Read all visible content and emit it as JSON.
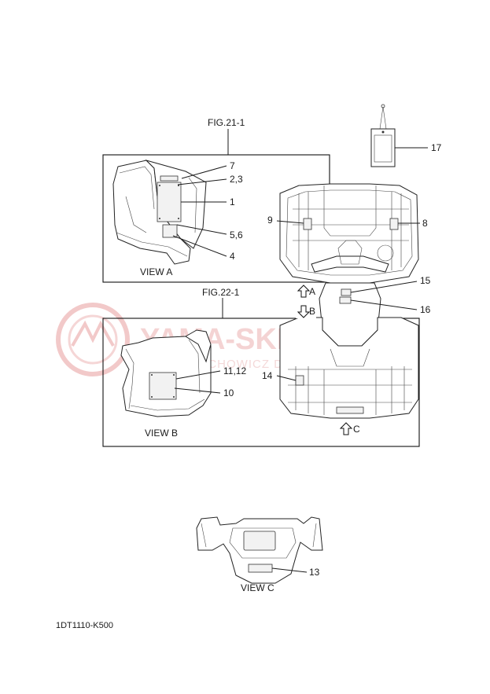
{
  "figures": {
    "fig_a_ref": "FIG.21-1",
    "fig_b_ref": "FIG.22-1"
  },
  "views": {
    "view_a": "VIEW A",
    "view_b": "VIEW B",
    "view_c": "VIEW C",
    "arrow_a": "A",
    "arrow_b": "B",
    "arrow_c": "C"
  },
  "callouts": {
    "c7": "7",
    "c2_3": "2,3",
    "c1": "1",
    "c5_6": "5,6",
    "c4": "4",
    "c9": "9",
    "c8": "8",
    "c15": "15",
    "c16": "16",
    "c14": "14",
    "c11_12": "11,12",
    "c10": "10",
    "c13": "13",
    "c17": "17"
  },
  "watermark": {
    "brand": "YAMA-SKLEP.PL",
    "tagline": "WOJCIECHOWICZ DEALER YAMAHA"
  },
  "footer": {
    "diagram_code": "1DT1110-K500"
  }
}
